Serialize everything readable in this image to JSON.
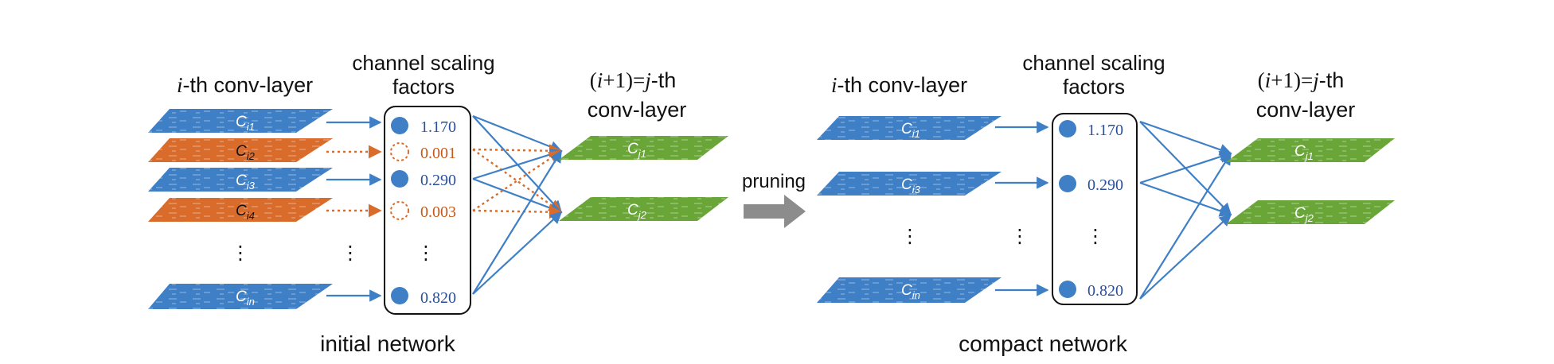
{
  "colors": {
    "blue": "#3f7fc6",
    "orange": "#d96c2b",
    "green": "#6aa637",
    "value_blue": "#2a4f9a",
    "value_orange": "#c35a1a",
    "arrow_gray": "#8c8c8c",
    "text": "#111111"
  },
  "left": {
    "layer_i_italic": "i",
    "layer_i_rest": "-th conv-layer",
    "scaling_line1": "channel scaling",
    "scaling_line2": "factors",
    "layer_j_paren_open": "(",
    "layer_j_i": "i",
    "layer_j_plus": "+1)=",
    "layer_j_j": "j",
    "layer_j_rest": "-th",
    "layer_j_line2": "conv-layer",
    "channels": [
      {
        "base": "C",
        "sub": "i1",
        "state": "kept"
      },
      {
        "base": "C",
        "sub": "i2",
        "state": "pruned"
      },
      {
        "base": "C",
        "sub": "i3",
        "state": "kept"
      },
      {
        "base": "C",
        "sub": "i4",
        "state": "pruned"
      },
      {
        "base": "C",
        "sub": "in",
        "state": "kept"
      }
    ],
    "factors": [
      "1.170",
      "0.001",
      "0.290",
      "0.003",
      "0.820"
    ],
    "next_channels": [
      {
        "base": "C",
        "sub": "j1"
      },
      {
        "base": "C",
        "sub": "j2"
      }
    ],
    "ellipsis": "⋮",
    "caption": "initial network"
  },
  "pruning_label": "pruning",
  "right": {
    "layer_i_italic": "i",
    "layer_i_rest": "-th conv-layer",
    "scaling_line1": "channel scaling",
    "scaling_line2": "factors",
    "layer_j_paren_open": "(",
    "layer_j_i": "i",
    "layer_j_plus": "+1)=",
    "layer_j_j": "j",
    "layer_j_rest": "-th",
    "layer_j_line2": "conv-layer",
    "channels": [
      {
        "base": "C",
        "sub": "i1"
      },
      {
        "base": "C",
        "sub": "i3"
      },
      {
        "base": "C",
        "sub": "in"
      }
    ],
    "factors": [
      "1.170",
      "0.290",
      "0.820"
    ],
    "next_channels": [
      {
        "base": "C",
        "sub": "j1"
      },
      {
        "base": "C",
        "sub": "j2"
      }
    ],
    "ellipsis": "⋮",
    "caption": "compact network"
  }
}
